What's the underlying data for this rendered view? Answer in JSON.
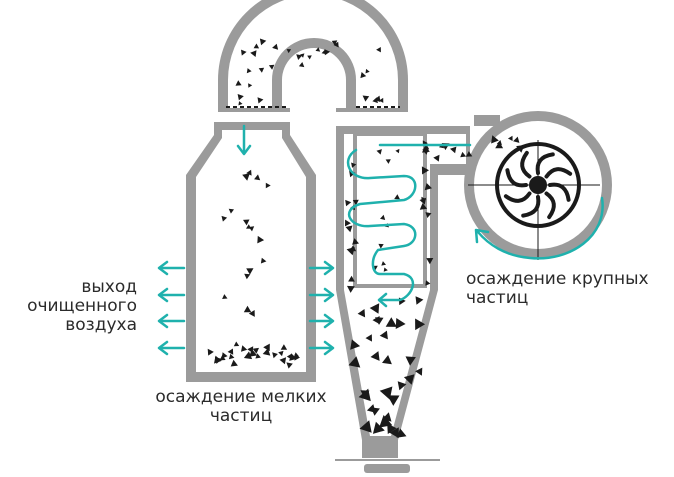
{
  "labels": {
    "exit_line1": "выход",
    "exit_line2": "очищенного",
    "exit_line3": "воздуха",
    "fine_line1": "осаждение мелких",
    "fine_line2": "частиц",
    "coarse_line1": "осаждение крупных",
    "coarse_line2": "частиц"
  },
  "colors": {
    "shell": "#9b9b9b",
    "inner": "#ffffff",
    "particles": "#1a1a1a",
    "airflow": "#1fb1ad",
    "text": "#2b2b2b"
  },
  "icons": {
    "fan": "fan-icon",
    "particle": "triangle-particle-icon",
    "airflow": "arrow-icon"
  }
}
